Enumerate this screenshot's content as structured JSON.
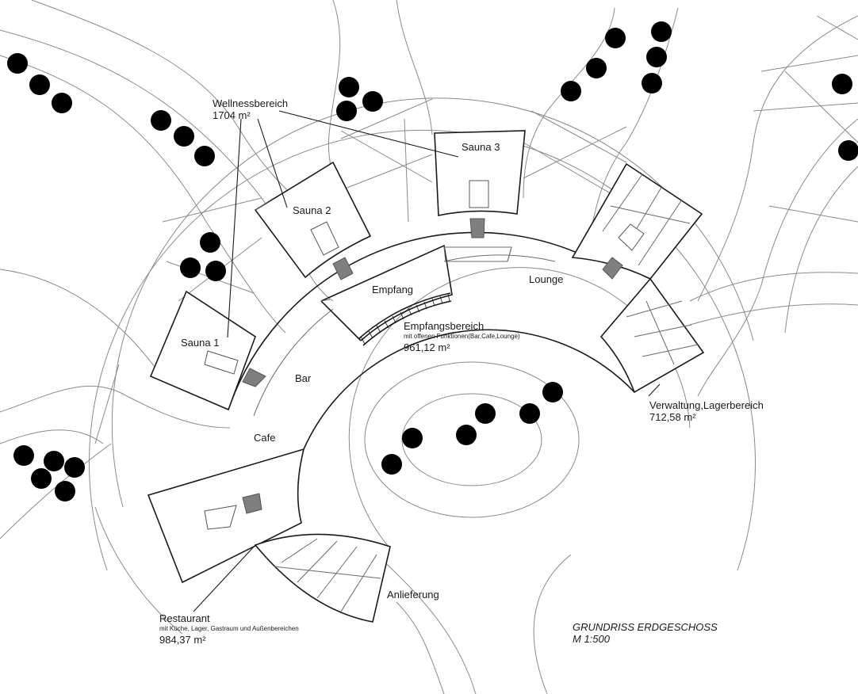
{
  "labels": {
    "wellness_title": "Wellnessbereich",
    "wellness_area": "1704 m²",
    "sauna1": "Sauna 1",
    "sauna2": "Sauna 2",
    "sauna3": "Sauna 3",
    "empfang": "Empfang",
    "lounge": "Lounge",
    "bar": "Bar",
    "cafe": "Cafe",
    "empfangsbereich_title": "Empfangsbereich",
    "empfangsbereich_sub": "mit offenen Funktionen(Bar,Cafe,Lounge)",
    "empfangsbereich_area": "961,12 m²",
    "verwaltung_title": "Verwaltung,Lagerbereich",
    "verwaltung_area": "712,58 m²",
    "restaurant_title": "Restaurant",
    "restaurant_sub": "mit Küche, Lager, Gastraum und Außenbereichen",
    "restaurant_area": "984,37 m²",
    "anlieferung": "Anlieferung",
    "drawing_title": "GRUNDRISS ERDGESCHOSS",
    "scale": "M 1:500"
  },
  "colors": {
    "wall": "#1a1a1a",
    "context_lines": "#8a8a8a",
    "sauna_oven": "#7f7f7f"
  },
  "icons": {
    "tree": "tree-symbol",
    "sauna_oven": "sauna-oven-block",
    "bench": "sauna-bench"
  }
}
